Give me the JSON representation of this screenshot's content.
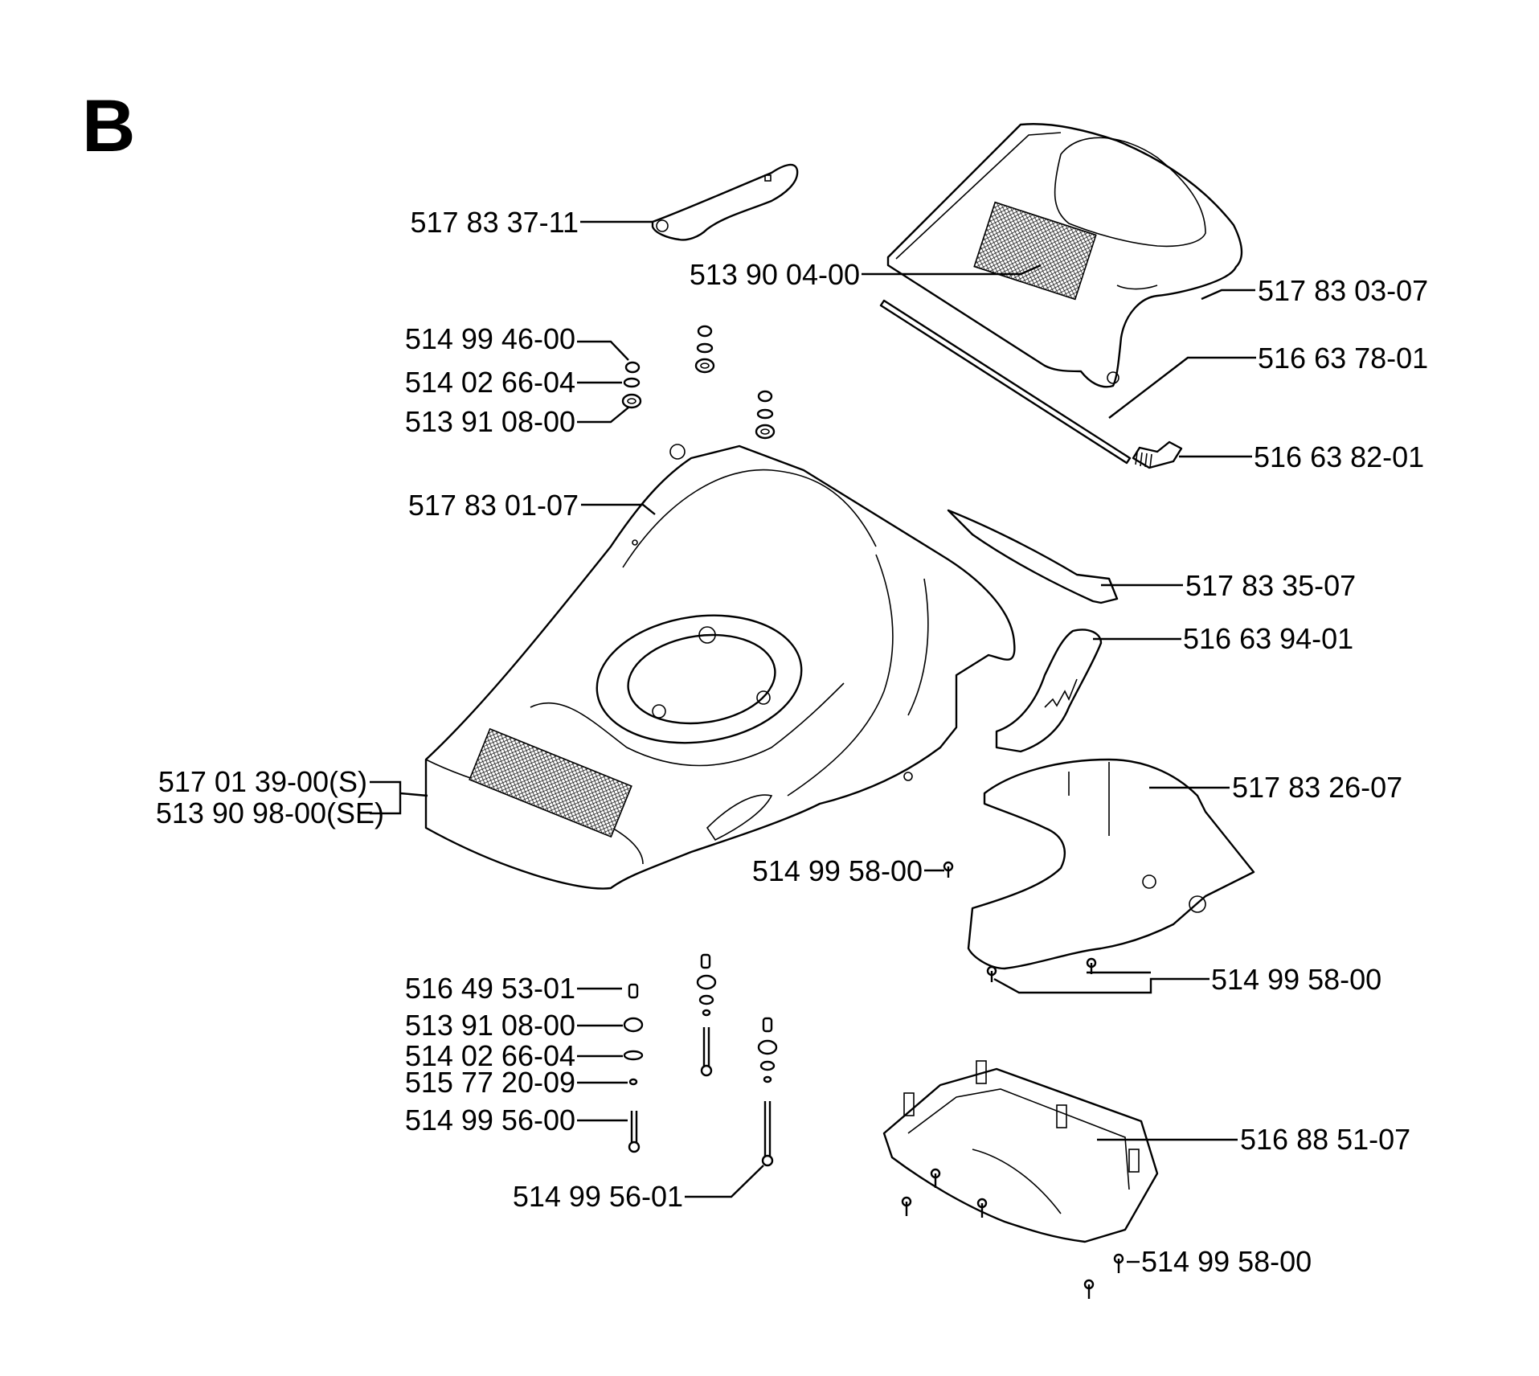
{
  "section_letter": "B",
  "callouts": [
    "517 83 37-11",
    "513 90 04-00",
    "517 83 03-07",
    "514 99 46-00",
    "514 02 66-04",
    "513 91 08-00",
    "516 63 78-01",
    "516 63 82-01",
    "517 83 01-07",
    "517 83 35-07",
    "516 63 94-01",
    "517 01 39-00(S)",
    "513 90 98-00(SE)",
    "517 83 26-07",
    "514 99 58-00",
    "514 99 58-00",
    "516 49 53-01",
    "513 91 08-00",
    "514 02 66-04",
    "515 77 20-09",
    "514 99 56-00",
    "516 88 51-07",
    "514 99 56-01",
    "514 99 58-00"
  ]
}
